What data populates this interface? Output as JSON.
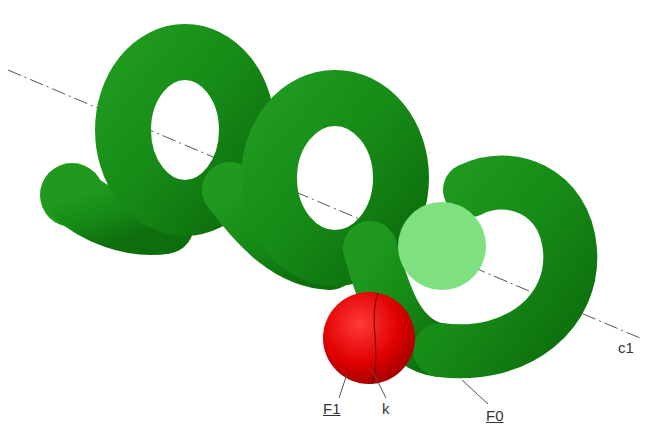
{
  "diagram": {
    "labels": [
      "F1",
      "k",
      "F0",
      "c1"
    ]
  }
}
